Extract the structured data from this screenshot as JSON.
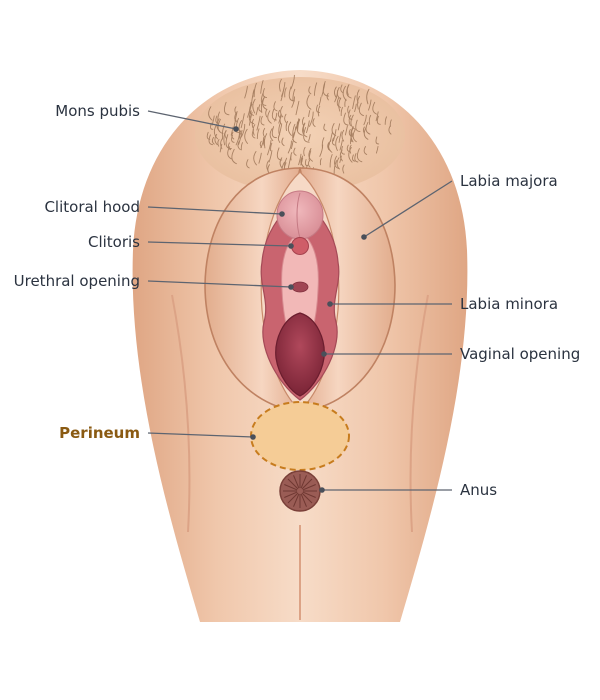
{
  "diagram": {
    "labels": {
      "mons_pubis": "Mons pubis",
      "clitoral_hood": "Clitoral hood",
      "clitoris": "Clitoris",
      "urethral_opening": "Urethral opening",
      "perineum": "Perineum",
      "labia_majora": "Labia majora",
      "labia_minora": "Labia minora",
      "vaginal_opening": "Vaginal opening",
      "anus": "Anus"
    },
    "highlight": {
      "part": "perineum",
      "color": "#8a5a12"
    },
    "colors": {
      "skin": "#f1c9ad",
      "skin_edge": "#dba283",
      "hair": "#a88163",
      "labia_minora": "#c9646f",
      "vestibule": "#f2b8b7",
      "vaginal_opening": "#8c2c3f",
      "perineum_fill": "#f5cc96",
      "perineum_outline": "#c77c1e",
      "anus": "#9a5c55",
      "leader_line": "#5d6470",
      "label_text": "#2b3340"
    }
  }
}
